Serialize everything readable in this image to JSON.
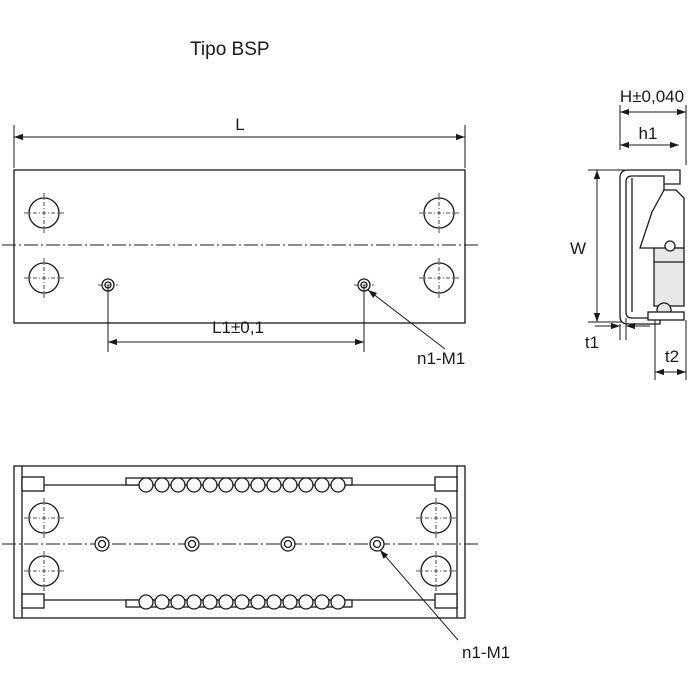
{
  "title": "Tipo BSP",
  "top_view": {
    "length_label": "L",
    "pitch_label": "L1±0,1",
    "hole_callout": "n1-M1"
  },
  "side_view": {
    "height_label": "H±0,040",
    "h1_label": "h1",
    "width_label": "W",
    "t1_label": "t1",
    "t2_label": "t2"
  },
  "bottom_view": {
    "hole_callout": "n1-M1"
  }
}
